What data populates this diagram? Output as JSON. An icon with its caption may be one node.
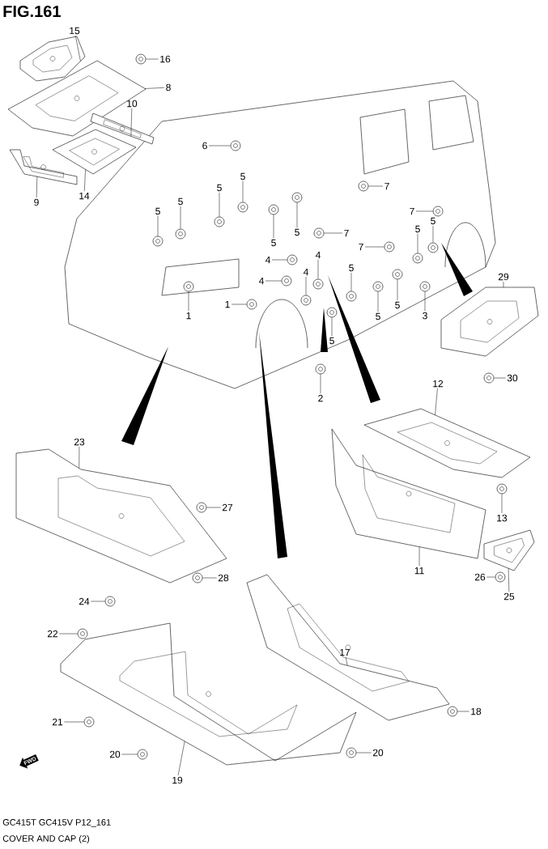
{
  "diagram": {
    "title": "FIG.161",
    "nodes": [
      {
        "text": [
          "15"
        ]
      },
      {
        "text": [
          "16"
        ]
      },
      {
        "text": [
          "8"
        ]
      },
      {
        "text": [
          "10"
        ]
      },
      {
        "text": [
          "14"
        ]
      },
      {
        "text": [
          "9"
        ]
      },
      {
        "text": [
          "6"
        ]
      },
      {
        "text": [
          "5"
        ]
      },
      {
        "text": [
          "5"
        ]
      },
      {
        "text": [
          "5"
        ]
      },
      {
        "text": [
          "5"
        ]
      },
      {
        "text": [
          "5"
        ]
      },
      {
        "text": [
          "5"
        ]
      },
      {
        "text": [
          "7"
        ]
      },
      {
        "text": [
          "7"
        ]
      },
      {
        "text": [
          "7"
        ]
      },
      {
        "text": [
          "7"
        ]
      },
      {
        "text": [
          "5"
        ]
      },
      {
        "text": [
          "5"
        ]
      },
      {
        "text": [
          "4"
        ]
      },
      {
        "text": [
          "4"
        ]
      },
      {
        "text": [
          "4"
        ]
      },
      {
        "text": [
          "4"
        ]
      },
      {
        "text": [
          "5"
        ]
      },
      {
        "text": [
          "5"
        ]
      },
      {
        "text": [
          "5"
        ]
      },
      {
        "text": [
          "5"
        ]
      },
      {
        "text": [
          "3"
        ]
      },
      {
        "text": [
          "1"
        ]
      },
      {
        "text": [
          "1"
        ]
      },
      {
        "text": [
          "2"
        ]
      },
      {
        "text": [
          "29"
        ]
      },
      {
        "text": [
          "30"
        ]
      },
      {
        "text": [
          "12"
        ]
      },
      {
        "text": [
          "13"
        ]
      },
      {
        "text": [
          "11"
        ]
      },
      {
        "text": [
          "25"
        ]
      },
      {
        "text": [
          "26"
        ]
      },
      {
        "text": [
          "23"
        ]
      },
      {
        "text": [
          "27"
        ]
      },
      {
        "text": [
          "28"
        ]
      },
      {
        "text": [
          "24"
        ]
      },
      {
        "text": [
          "22"
        ]
      },
      {
        "text": [
          "21"
        ]
      },
      {
        "text": [
          "20"
        ]
      },
      {
        "text": [
          "19"
        ]
      },
      {
        "text": [
          "17"
        ]
      },
      {
        "text": [
          "18"
        ]
      },
      {
        "text": [
          "20"
        ]
      },
      {
        "text": [],
        "shape": "picture"
      },
      {
        "text": [],
        "shape": "circle"
      },
      {
        "text": [],
        "shape": "picture"
      },
      {
        "text": [],
        "shape": "picture"
      },
      {
        "text": [],
        "shape": "picture"
      },
      {
        "text": [],
        "shape": "picture"
      },
      {
        "text": [],
        "shape": "circle"
      },
      {
        "text": [],
        "shape": "circle"
      },
      {
        "text": [],
        "shape": "circle"
      },
      {
        "text": [],
        "shape": "circle"
      },
      {
        "text": [],
        "shape": "circle"
      },
      {
        "text": [],
        "shape": "circle"
      },
      {
        "text": [],
        "shape": "circle"
      },
      {
        "text": [],
        "shape": "circle"
      },
      {
        "text": [],
        "shape": "circle"
      },
      {
        "text": [],
        "shape": "circle"
      },
      {
        "text": [],
        "shape": "circle"
      },
      {
        "text": [],
        "shape": "circle"
      },
      {
        "text": [],
        "shape": "circle"
      },
      {
        "text": [],
        "shape": "circle"
      },
      {
        "text": [],
        "shape": "circle"
      },
      {
        "text": [],
        "shape": "circle"
      },
      {
        "text": [],
        "shape": "circle"
      },
      {
        "text": [],
        "shape": "circle"
      },
      {
        "text": [],
        "shape": "circle"
      },
      {
        "text": [],
        "shape": "circle"
      },
      {
        "text": [],
        "shape": "circle"
      },
      {
        "text": [],
        "shape": "circle"
      },
      {
        "text": [],
        "shape": "circle"
      },
      {
        "text": [],
        "shape": "circle"
      },
      {
        "text": [],
        "shape": "circle"
      },
      {
        "text": [],
        "shape": "picture"
      },
      {
        "text": [],
        "shape": "circle"
      },
      {
        "text": [],
        "shape": "picture"
      },
      {
        "text": [],
        "shape": "circle"
      },
      {
        "text": [],
        "shape": "picture"
      },
      {
        "text": [],
        "shape": "picture"
      },
      {
        "text": [],
        "shape": "circle"
      },
      {
        "text": [],
        "shape": "picture"
      },
      {
        "text": [],
        "shape": "circle"
      },
      {
        "text": [],
        "shape": "circle"
      },
      {
        "text": [],
        "shape": "circle"
      },
      {
        "text": [],
        "shape": "circle"
      },
      {
        "text": [],
        "shape": "circle"
      },
      {
        "text": [],
        "shape": "circle"
      },
      {
        "text": [],
        "shape": "picture"
      },
      {
        "text": [],
        "shape": "picture"
      },
      {
        "text": [],
        "shape": "circle"
      },
      {
        "text": [],
        "shape": "circle"
      }
    ],
    "edges": [
      {
        "from": 0,
        "to": 49,
        "arrow": "none"
      },
      {
        "from": 1,
        "to": 50,
        "arrow": "none"
      },
      {
        "from": 2,
        "to": 51,
        "arrow": "none"
      },
      {
        "from": 3,
        "to": 52,
        "arrow": "none"
      },
      {
        "from": 4,
        "to": 53,
        "arrow": "none"
      },
      {
        "from": 5,
        "to": 54,
        "arrow": "none"
      },
      {
        "from": 6,
        "to": 55,
        "arrow": "none"
      },
      {
        "from": 7,
        "to": 56,
        "arrow": "none"
      },
      {
        "from": 8,
        "to": 57,
        "arrow": "none"
      },
      {
        "from": 9,
        "to": 58,
        "arrow": "none"
      },
      {
        "from": 10,
        "to": 59,
        "arrow": "none"
      },
      {
        "from": 11,
        "to": 60,
        "arrow": "none"
      },
      {
        "from": 12,
        "to": 61,
        "arrow": "none"
      },
      {
        "from": 13,
        "to": 62,
        "arrow": "none"
      },
      {
        "from": 14,
        "to": 63,
        "arrow": "none"
      },
      {
        "from": 15,
        "to": 64,
        "arrow": "none"
      },
      {
        "from": 16,
        "to": 65,
        "arrow": "none"
      },
      {
        "from": 17,
        "to": 66,
        "arrow": "none"
      },
      {
        "from": 18,
        "to": 67,
        "arrow": "none"
      },
      {
        "from": 19,
        "to": 68,
        "arrow": "none"
      },
      {
        "from": 20,
        "to": 69,
        "arrow": "none"
      },
      {
        "from": 21,
        "to": 70,
        "arrow": "none"
      },
      {
        "from": 22,
        "to": 71,
        "arrow": "none"
      },
      {
        "from": 23,
        "to": 72,
        "arrow": "none"
      },
      {
        "from": 24,
        "to": 73,
        "arrow": "none"
      },
      {
        "from": 25,
        "to": 74,
        "arrow": "none"
      },
      {
        "from": 26,
        "to": 75,
        "arrow": "none"
      },
      {
        "from": 27,
        "to": 76,
        "arrow": "none"
      },
      {
        "from": 28,
        "to": 77,
        "arrow": "none"
      },
      {
        "from": 29,
        "to": 78,
        "arrow": "none"
      },
      {
        "from": 30,
        "to": 79,
        "arrow": "none"
      },
      {
        "from": 31,
        "to": 80,
        "arrow": "none"
      },
      {
        "from": 32,
        "to": 81,
        "arrow": "none"
      },
      {
        "from": 33,
        "to": 82,
        "arrow": "none"
      },
      {
        "from": 34,
        "to": 83,
        "arrow": "none"
      },
      {
        "from": 35,
        "to": 84,
        "arrow": "none"
      },
      {
        "from": 36,
        "to": 85,
        "arrow": "none"
      },
      {
        "from": 37,
        "to": 86,
        "arrow": "none"
      },
      {
        "from": 38,
        "to": 87,
        "arrow": "none"
      },
      {
        "from": 39,
        "to": 88,
        "arrow": "none"
      },
      {
        "from": 40,
        "to": 89,
        "arrow": "none"
      },
      {
        "from": 41,
        "to": 90,
        "arrow": "none"
      },
      {
        "from": 42,
        "to": 91,
        "arrow": "none"
      },
      {
        "from": 43,
        "to": 92,
        "arrow": "none"
      },
      {
        "from": 44,
        "to": 93,
        "arrow": "none"
      },
      {
        "from": 45,
        "to": 94,
        "arrow": "none"
      },
      {
        "from": 46,
        "to": 95,
        "arrow": "none"
      },
      {
        "from": 47,
        "to": 96,
        "arrow": "none"
      },
      {
        "from": 48,
        "to": 97,
        "arrow": "none"
      }
    ],
    "labels": [
      "FWD",
      "GC415T GC415V P12_161",
      "COVER AND CAP (2)"
    ]
  }
}
